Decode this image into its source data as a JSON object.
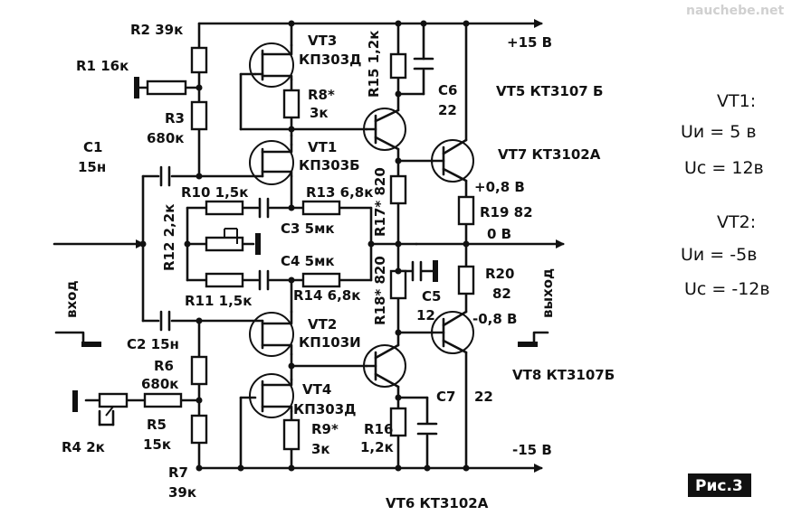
{
  "watermark": "nauchebe.net",
  "figure_label": "Рис.3",
  "rails": {
    "plus": "+15 В",
    "minus": "-15 В",
    "out_v": "0 В",
    "p08": "+0,8 В",
    "m08": "-0,8 В"
  },
  "io": {
    "input": "вход",
    "output": "выход"
  },
  "components": {
    "R1": "R1 16к",
    "R2": "R2 39к",
    "R3": "R3",
    "R3v": "680к",
    "R4": "R4 2к",
    "R5": "R5",
    "R5v": "15к",
    "R6": "R6",
    "R6v": "680к",
    "R7": "R7",
    "R7v": "39к",
    "R8": "R8*",
    "R8v": "3к",
    "R9": "R9*",
    "R9v": "3к",
    "R10": "R10 1,5к",
    "R11": "R11 1,5к",
    "R12": "R12 2,2к",
    "R13": "R13 6,8к",
    "R14": "R14 6,8к",
    "R15": "R15 1,2к",
    "R16": "R16",
    "R16v": "1,2к",
    "R17": "R17* 820",
    "R18": "R18* 820",
    "R19": "R19 82",
    "R20": "R20",
    "R20v": "82",
    "C1": "C1",
    "C1v": "15н",
    "C2": "C2 15н",
    "C3": "C3 5мк",
    "C4": "C4 5мк",
    "C5": "C5",
    "C5v": "12",
    "C6": "C6",
    "C6v": "22",
    "C7": "C7",
    "C7v": "22",
    "VT1": "VT1",
    "VT1t": "КП303Б",
    "VT2": "VT2",
    "VT2t": "КП103И",
    "VT3": "VT3",
    "VT3t": "КП303Д",
    "VT4": "VT4",
    "VT4t": "КП303Д",
    "VT5": "VT5 КТ3107 Б",
    "VT6": "VT6 КТ3102А",
    "VT7": "VT7 КТ3102А",
    "VT8": "VT8 КТ3107Б"
  },
  "notes": {
    "vt1_title": "VT1:",
    "vt1_ui": "Uи = 5 в",
    "vt1_uc": "Uc = 12в",
    "vt2_title": "VT2:",
    "vt2_ui": "Uи = -5в",
    "vt2_uc": "Uc = -12в"
  }
}
